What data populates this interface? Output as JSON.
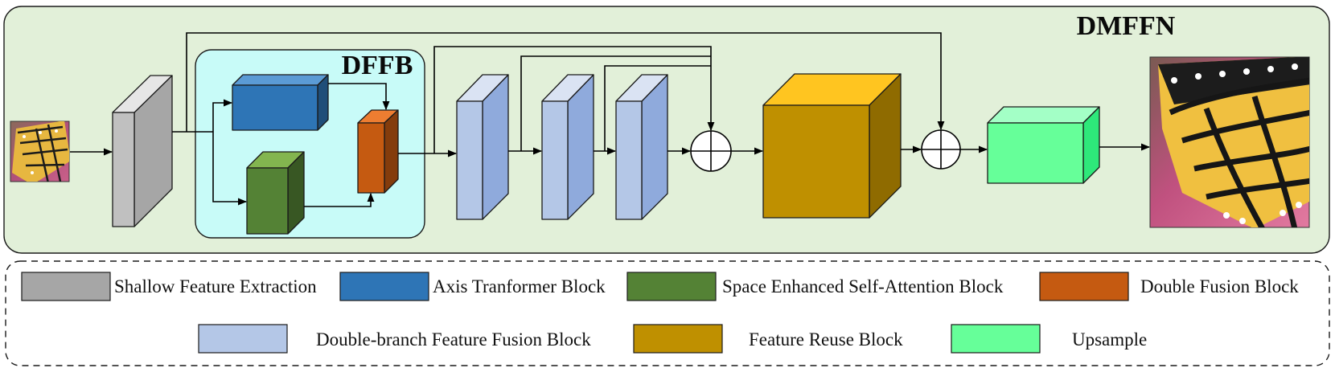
{
  "diagram": {
    "outer_title": "DMFFN",
    "inner_title": "DFFB"
  },
  "colors": {
    "outer_panel_fill": "#e2f0d9",
    "inner_panel_fill": "#c8fbf8",
    "shallow": "#a6a6a6",
    "axis": "#2e75b6",
    "space": "#548235",
    "double_fusion": "#c55a11",
    "dffb": "#b4c7e7",
    "feature_reuse": "#bf9000",
    "feature_reuse_top": "#ffc520",
    "upsample": "#66ff99"
  },
  "legend": {
    "items": [
      {
        "label": "Shallow Feature Extraction",
        "color": "#a6a6a6"
      },
      {
        "label": "Axis Tranformer Block",
        "color": "#2e75b6"
      },
      {
        "label": "Space Enhanced Self-Attention Block",
        "color": "#548235"
      },
      {
        "label": "Double Fusion Block",
        "color": "#c55a11"
      },
      {
        "label": "Double-branch Feature Fusion Block",
        "color": "#b4c7e7"
      },
      {
        "label": "Feature Reuse Block",
        "color": "#bf9000"
      },
      {
        "label": "Upsample",
        "color": "#66ff99"
      }
    ]
  },
  "icons": {
    "input_image": "butterfly-thumbnail-icon",
    "output_image": "butterfly-closeup-icon",
    "add": "add-circle-icon"
  }
}
